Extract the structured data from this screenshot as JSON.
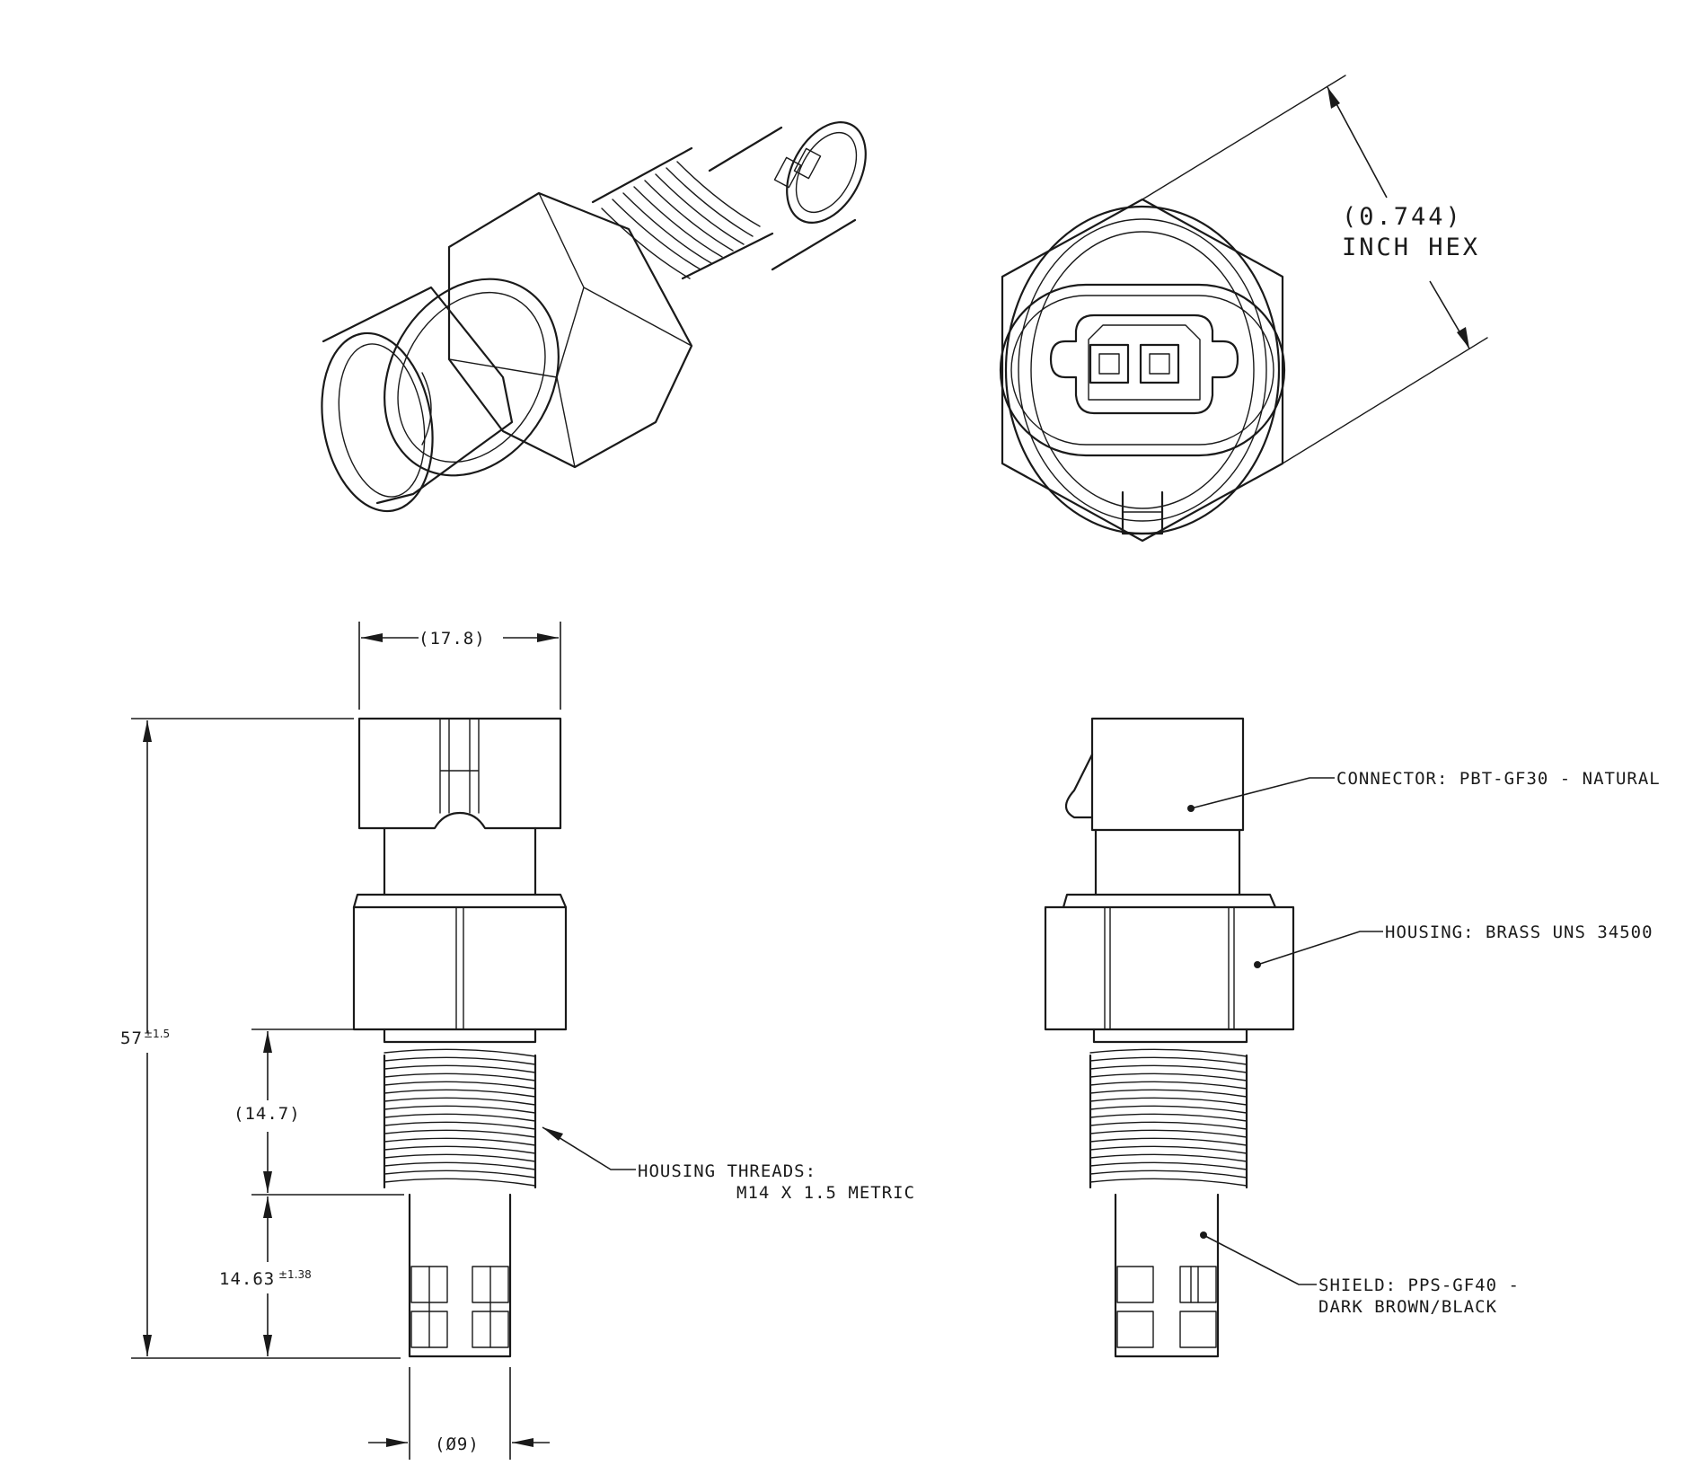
{
  "dimensions": {
    "hex_size": "(0.744)",
    "hex_unit": "INCH HEX",
    "connector_width": "(17.8)",
    "overall_length": "57",
    "overall_length_tol": "±1.5",
    "thread_length": "(14.7)",
    "probe_length": "14.63",
    "probe_length_tol": "±1.38",
    "probe_diameter": "(Ø9)"
  },
  "callouts": {
    "connector": "CONNECTOR: PBT-GF30 - NATURAL",
    "housing": "HOUSING: BRASS UNS 34500",
    "threads_line1": "HOUSING THREADS:",
    "threads_line2": "M14 X 1.5 METRIC",
    "shield_line1": "SHIELD: PPS-GF40 -",
    "shield_line2": "DARK BROWN/BLACK"
  }
}
